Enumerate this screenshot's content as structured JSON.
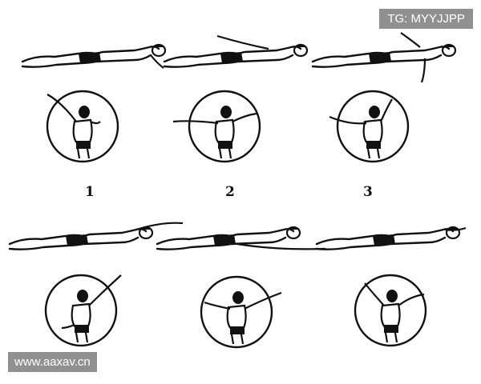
{
  "watermarks": {
    "top_right": "TG: MYYJJPP",
    "bottom_left": "www.aaxav.cn"
  },
  "step_labels": [
    "1",
    "2",
    "3"
  ],
  "colors": {
    "ink": "#111111",
    "background": "#ffffff",
    "watermark_bg": "#7a7a7a"
  }
}
